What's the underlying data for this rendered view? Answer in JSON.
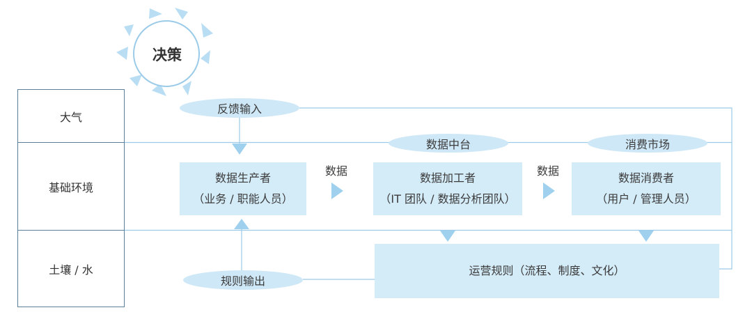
{
  "colors": {
    "box_fill": "#d4ebf8",
    "ellipse_fill": "#cfe8f7",
    "line": "#9bcbe8",
    "arrow": "#9fd1ee",
    "sun_ray": "#b9def4",
    "frame": "#5b7f97",
    "text": "#333333"
  },
  "sun": {
    "label": "决策"
  },
  "rows": [
    "大气",
    "基础环境",
    "土壤 / 水"
  ],
  "ellipses": {
    "feedback": "反馈输入",
    "platform": "数据中台",
    "market": "消费市场",
    "rules": "规则输出"
  },
  "boxes": {
    "producer": {
      "title": "数据生产者",
      "subtitle": "（业务 / 职能人员）"
    },
    "processor": {
      "title": "数据加工者",
      "subtitle": "（IT 团队 / 数据分析团队）"
    },
    "consumer": {
      "title": "数据消费者",
      "subtitle": "（用户 / 管理人员）"
    },
    "operations": {
      "title": "运营规则（流程、制度、文化）"
    }
  },
  "flow_labels": [
    "数据",
    "数据"
  ]
}
